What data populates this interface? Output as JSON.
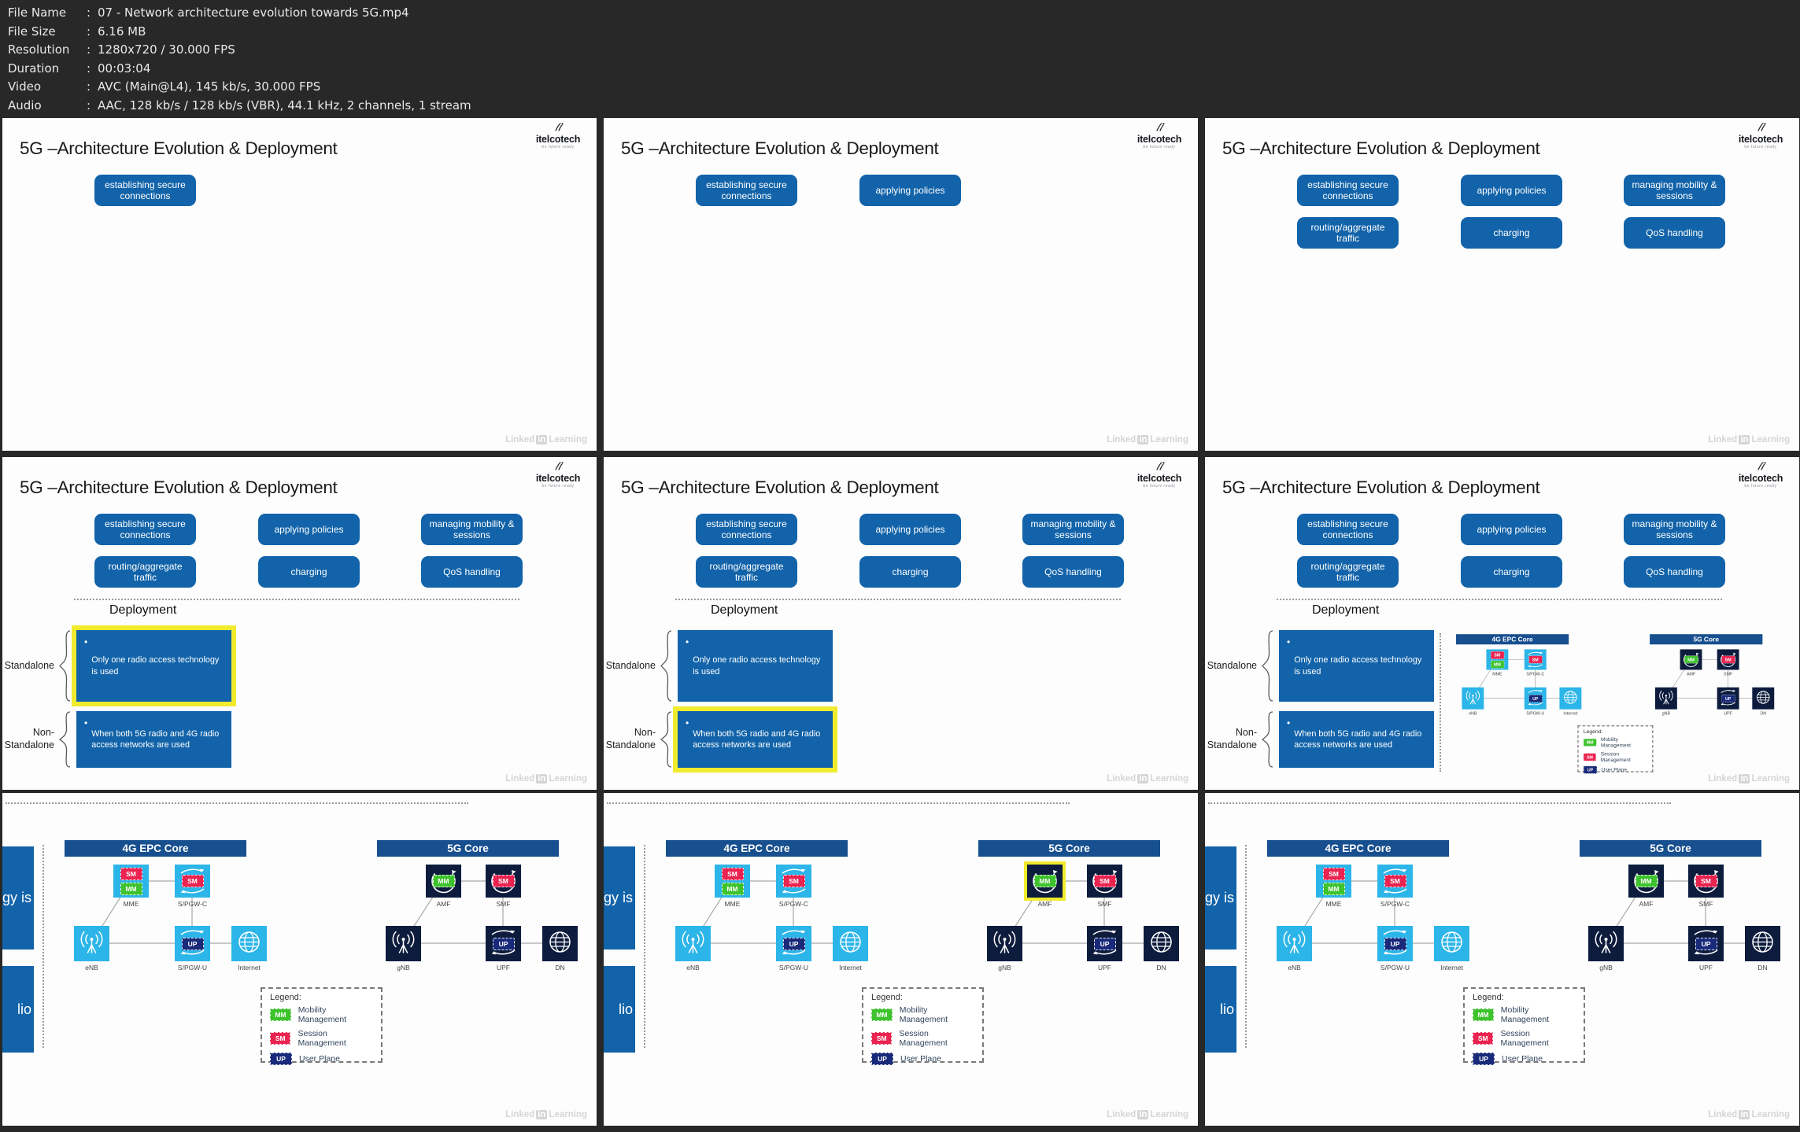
{
  "file_info": {
    "rows": [
      {
        "label": "File Name",
        "sep": ":",
        "value": "07 - Network architecture evolution towards 5G.mp4"
      },
      {
        "label": "File Size",
        "sep": ":",
        "value": "6.16 MB"
      },
      {
        "label": "Resolution",
        "sep": ":",
        "value": "1280x720 / 30.000 FPS"
      },
      {
        "label": "Duration",
        "sep": ":",
        "value": "00:03:04"
      },
      {
        "label": "Video",
        "sep": ":",
        "value": "AVC (Main@L4), 145 kb/s, 30.000 FPS"
      },
      {
        "label": "Audio",
        "sep": ":",
        "value": "AAC, 128 kb/s / 128 kb/s (VBR), 44.1 kHz, 2 channels, 1 stream"
      }
    ]
  },
  "slide": {
    "title": "5G –Architecture Evolution & Deployment",
    "logo": {
      "text": "itelcotech",
      "tagline": "be future ready"
    },
    "watermark": {
      "linked": "Linked",
      "in": "in",
      "learning": "Learning"
    },
    "pills": [
      "establishing secure connections",
      "applying policies",
      "managing mobility & sessions",
      "routing/aggregate traffic",
      "charging",
      "QoS handling"
    ],
    "deployment": {
      "heading": "Deployment",
      "standalone": {
        "label": "Standalone",
        "bullet": "•",
        "text": "Only one radio access technology is used"
      },
      "non_standalone": {
        "label_line1": "Non-",
        "label_line2": "Standalone",
        "bullet": "•",
        "text": "When both 5G radio and 4G radio access networks are used"
      }
    },
    "fragments": {
      "top": "gy is",
      "bottom": "lio"
    },
    "diagram": {
      "core_4g": {
        "title": "4G EPC Core",
        "nodes": [
          {
            "id": "mme",
            "label": "MME",
            "chips": [
              "SM",
              "MM"
            ],
            "style": "cyan"
          },
          {
            "id": "spgwc",
            "label": "S/PGW-C",
            "chips": [
              "SM"
            ],
            "style": "cyan",
            "arrows": true
          },
          {
            "id": "enb",
            "label": "eNB",
            "icon": "antenna",
            "style": "cyan"
          },
          {
            "id": "spgwu",
            "label": "S/PGW-U",
            "chips": [
              "UP"
            ],
            "style": "cyan",
            "arrows": true
          },
          {
            "id": "internet",
            "label": "Internet",
            "icon": "globe",
            "style": "cyan"
          }
        ]
      },
      "core_5g": {
        "title": "5G Core",
        "nodes": [
          {
            "id": "amf",
            "label": "AMF",
            "chips": [
              "MM"
            ],
            "style": "navy",
            "ring": true
          },
          {
            "id": "smf",
            "label": "SMF",
            "chips": [
              "SM"
            ],
            "style": "navy",
            "ring": true
          },
          {
            "id": "gnb",
            "label": "gNB",
            "icon": "antenna",
            "style": "navy"
          },
          {
            "id": "upf",
            "label": "UPF",
            "chips": [
              "UP"
            ],
            "style": "navy",
            "arrows": true
          },
          {
            "id": "dn",
            "label": "DN",
            "icon": "globe",
            "style": "navy"
          }
        ]
      },
      "legend": {
        "title": "Legend:",
        "items": [
          {
            "chip": "MM",
            "label": "Mobility Management"
          },
          {
            "chip": "SM",
            "label": "Session Management"
          },
          {
            "chip": "UP",
            "label": "User Plane"
          }
        ]
      }
    }
  },
  "colors": {
    "pill_blue": "#1263a9",
    "bar_blue": "#174f8f",
    "cyan": "#2cb5e8",
    "navy": "#0d1c3d",
    "chip_sm": "#ea2350",
    "chip_mm": "#3ec32e",
    "chip_up": "#192a7a",
    "highlight_yellow": "#f0eb2d"
  },
  "frames": [
    {
      "name": "video-frame-1",
      "variant": "pills",
      "pill_count": 1
    },
    {
      "name": "video-frame-2",
      "variant": "pills",
      "pill_count": 2
    },
    {
      "name": "video-frame-3",
      "variant": "pills",
      "pill_count": 6
    },
    {
      "name": "video-frame-4",
      "variant": "deployment",
      "highlight": "standalone"
    },
    {
      "name": "video-frame-5",
      "variant": "deployment",
      "highlight": "non_standalone"
    },
    {
      "name": "video-frame-6",
      "variant": "deployment-diagram",
      "highlight": null
    },
    {
      "name": "video-frame-7",
      "variant": "diagram",
      "highlight": null
    },
    {
      "name": "video-frame-8",
      "variant": "diagram",
      "highlight": "amf"
    },
    {
      "name": "video-frame-9",
      "variant": "diagram",
      "highlight": null
    }
  ]
}
